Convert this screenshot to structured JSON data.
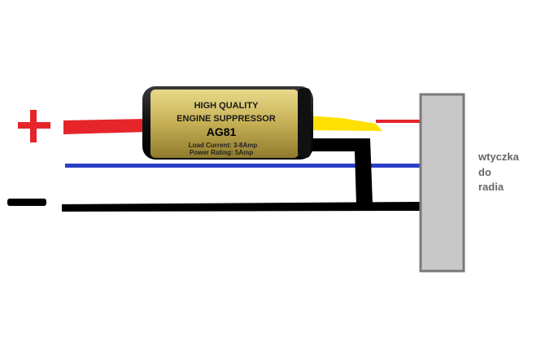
{
  "colors": {
    "positive": "#e5252a",
    "negative": "#000000",
    "blue_wire": "#2b3fc6",
    "yellow_wire": "#ffe000",
    "plug_fill": "#c8c8c8",
    "plug_border": "#7a7a7a",
    "suppressor_body": "#c9b45a",
    "label_text": "#6b6b6b"
  },
  "symbols": {
    "plus": "+",
    "minus": "−"
  },
  "suppressor": {
    "line1": "HIGH QUALITY",
    "line2": "ENGINE SUPPRESSOR",
    "model": "AG81",
    "spec1": "Load Current: 3-8Amp",
    "spec2": "Power Rating: 5Amp"
  },
  "plug_label": {
    "line1": "wtyczka",
    "line2": "do",
    "line3": "radia"
  }
}
